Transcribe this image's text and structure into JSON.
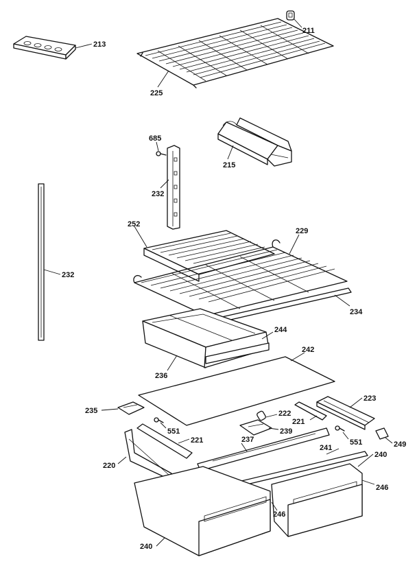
{
  "diagram": {
    "title": "",
    "callouts": {
      "c211": "211",
      "c213": "213",
      "c225": "225",
      "c685": "685",
      "c215": "215",
      "c232_center": "232",
      "c232_left": "232",
      "c252": "252",
      "c229": "229",
      "c234": "234",
      "c244": "244",
      "c242": "242",
      "c236": "236",
      "c235": "235",
      "c223": "223",
      "c222": "222",
      "c221_right": "221",
      "c551_left": "551",
      "c239": "239",
      "c221_left": "221",
      "c237": "237",
      "c551_right": "551",
      "c249": "249",
      "c241": "241",
      "c240_right": "240",
      "c220": "220",
      "c246_right": "246",
      "c246_left": "246",
      "c240_bottom": "240"
    }
  }
}
